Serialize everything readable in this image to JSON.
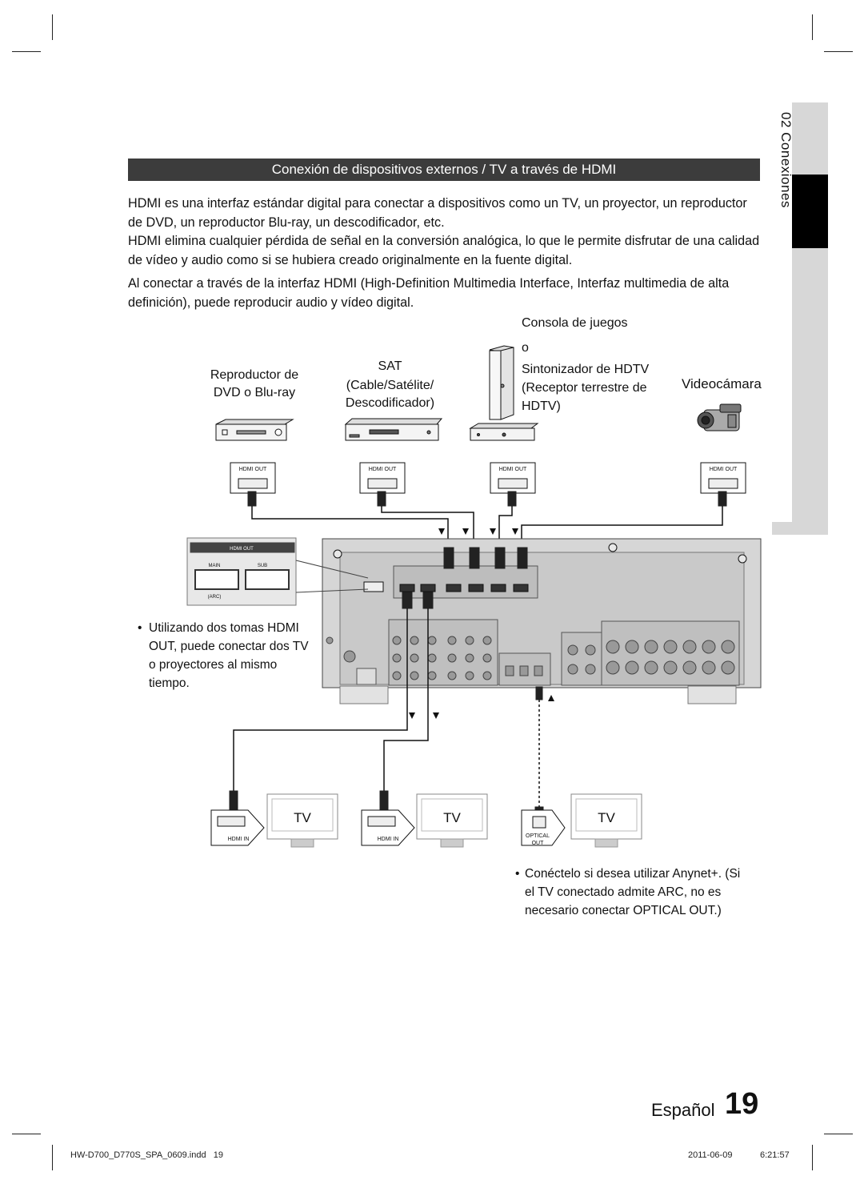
{
  "side_tab": {
    "text": "02  Conexiones"
  },
  "section": {
    "title": "Conexión de dispositivos externos / TV a través de HDMI",
    "paragraphs": [
      "HDMI es una interfaz estándar digital para conectar a dispositivos como un TV, un proyector, un reproductor de DVD, un reproductor Blu-ray, un descodificador, etc.",
      "HDMI elimina cualquier pérdida de señal en la conversión analógica, lo que le permite disfrutar de una calidad de vídeo y audio como si se hubiera creado originalmente en la fuente digital.",
      "Al conectar a través de la interfaz HDMI (High-Definition Multimedia Interface, Interfaz multimedia de alta definición), puede reproducir audio y vídeo digital."
    ]
  },
  "devices": {
    "dvd": "Reproductor de DVD o Blu-ray",
    "sat_title": "SAT",
    "sat_sub": "(Cable/Satélite/ Descodificador)",
    "console_line1": "Consola de juegos",
    "console_line2": "o",
    "console_line3": "Sintonizador de HDTV",
    "console_line4": "(Receptor terrestre de",
    "console_line5": "HDTV)",
    "camcorder": "Videocámara"
  },
  "port_labels": {
    "hdmi_out": "HDMI OUT",
    "hdmi_in": "HDMI IN",
    "main": "MAIN",
    "sub": "SUB",
    "arc": "(ARC)",
    "optical": "OPTICAL",
    "out": "OUT",
    "tv": "TV"
  },
  "notes": {
    "left": "Utilizando dos tomas HDMI OUT, puede conectar dos TV o proyectores al mismo tiempo.",
    "right": "Conéctelo si desea utilizar Anynet+. (Si el TV conectado admite ARC, no es necesario conectar OPTICAL OUT.)"
  },
  "page": {
    "language": "Español",
    "number": "19"
  },
  "footer": {
    "file": "HW-D700_D770S_SPA_0609.indd   19",
    "date": "2011-06-09",
    "time": "6:21:57"
  }
}
